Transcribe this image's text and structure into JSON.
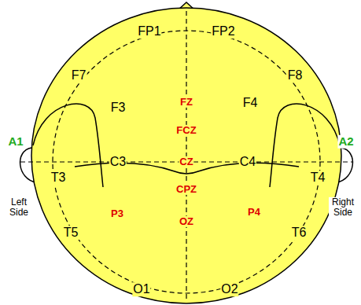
{
  "diagram": {
    "labels": [
      "FP1",
      "FP2",
      "F7",
      "F3",
      "FZ",
      "F4",
      "F8",
      "A1",
      "A2",
      "FCZ",
      "T3",
      "C3",
      "CZ",
      "C4",
      "T4",
      "CPZ",
      "Left Side",
      "Right Side",
      "P3",
      "OZ",
      "P4",
      "T5",
      "T6",
      "O1",
      "O2"
    ]
  }
}
